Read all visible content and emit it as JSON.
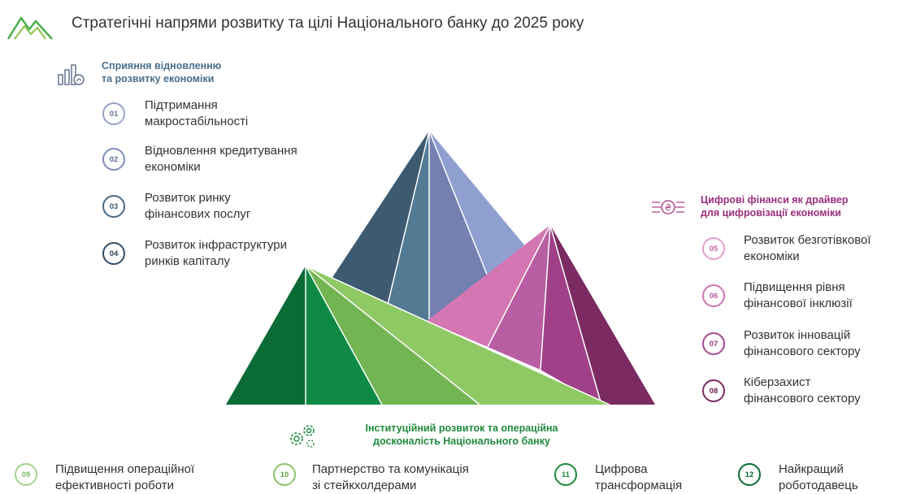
{
  "header": {
    "title": "Стратегічні напрями розвитку та цілі Національного банку до 2025 року",
    "logo_icon": "mountain-logo-icon"
  },
  "sections": {
    "economy": {
      "title_lines": [
        "Сприяння відновленню",
        "та розвитку економіки"
      ],
      "color": "#4a6e8a",
      "icon": "chart-growth-icon",
      "items": [
        {
          "num": "01",
          "lines": [
            "Підтримання",
            "макростабільності"
          ]
        },
        {
          "num": "02",
          "lines": [
            "Відновлення кредитування",
            "економіки"
          ]
        },
        {
          "num": "03",
          "lines": [
            "Розвиток ринку",
            "фінансових послуг"
          ]
        },
        {
          "num": "04",
          "lines": [
            "Розвиток інфраструктури",
            "ринків капіталу"
          ]
        }
      ]
    },
    "digital": {
      "title_lines": [
        "Цифрові фінанси як драйвер",
        "для цифровізації економіки"
      ],
      "color": "#9b2f7d",
      "icon": "digital-hryvnia-icon",
      "items": [
        {
          "num": "05",
          "lines": [
            "Розвиток безготівкової",
            "економіки"
          ]
        },
        {
          "num": "06",
          "lines": [
            "Підвищення рівня",
            "фінансової інклюзії"
          ]
        },
        {
          "num": "07",
          "lines": [
            "Розвиток інновацій",
            "фінансового сектору"
          ]
        },
        {
          "num": "08",
          "lines": [
            "Кіберзахист",
            "фінансового сектору"
          ]
        }
      ]
    },
    "institutional": {
      "title_lines": [
        "Інституційний розвиток та операційна",
        "досконалість Національного банку"
      ],
      "color": "#1f8a3c",
      "icon": "gears-icon",
      "items": [
        {
          "num": "09",
          "lines": [
            "Підвищення операційної",
            "ефективності роботи"
          ]
        },
        {
          "num": "10",
          "lines": [
            "Партнерство та комунікація",
            "зі стейкхолдерами"
          ]
        },
        {
          "num": "11",
          "lines": [
            "Цифрова",
            "трансформація"
          ]
        },
        {
          "num": "12",
          "lines": [
            "Найкращий",
            "роботодавець"
          ]
        }
      ]
    }
  }
}
